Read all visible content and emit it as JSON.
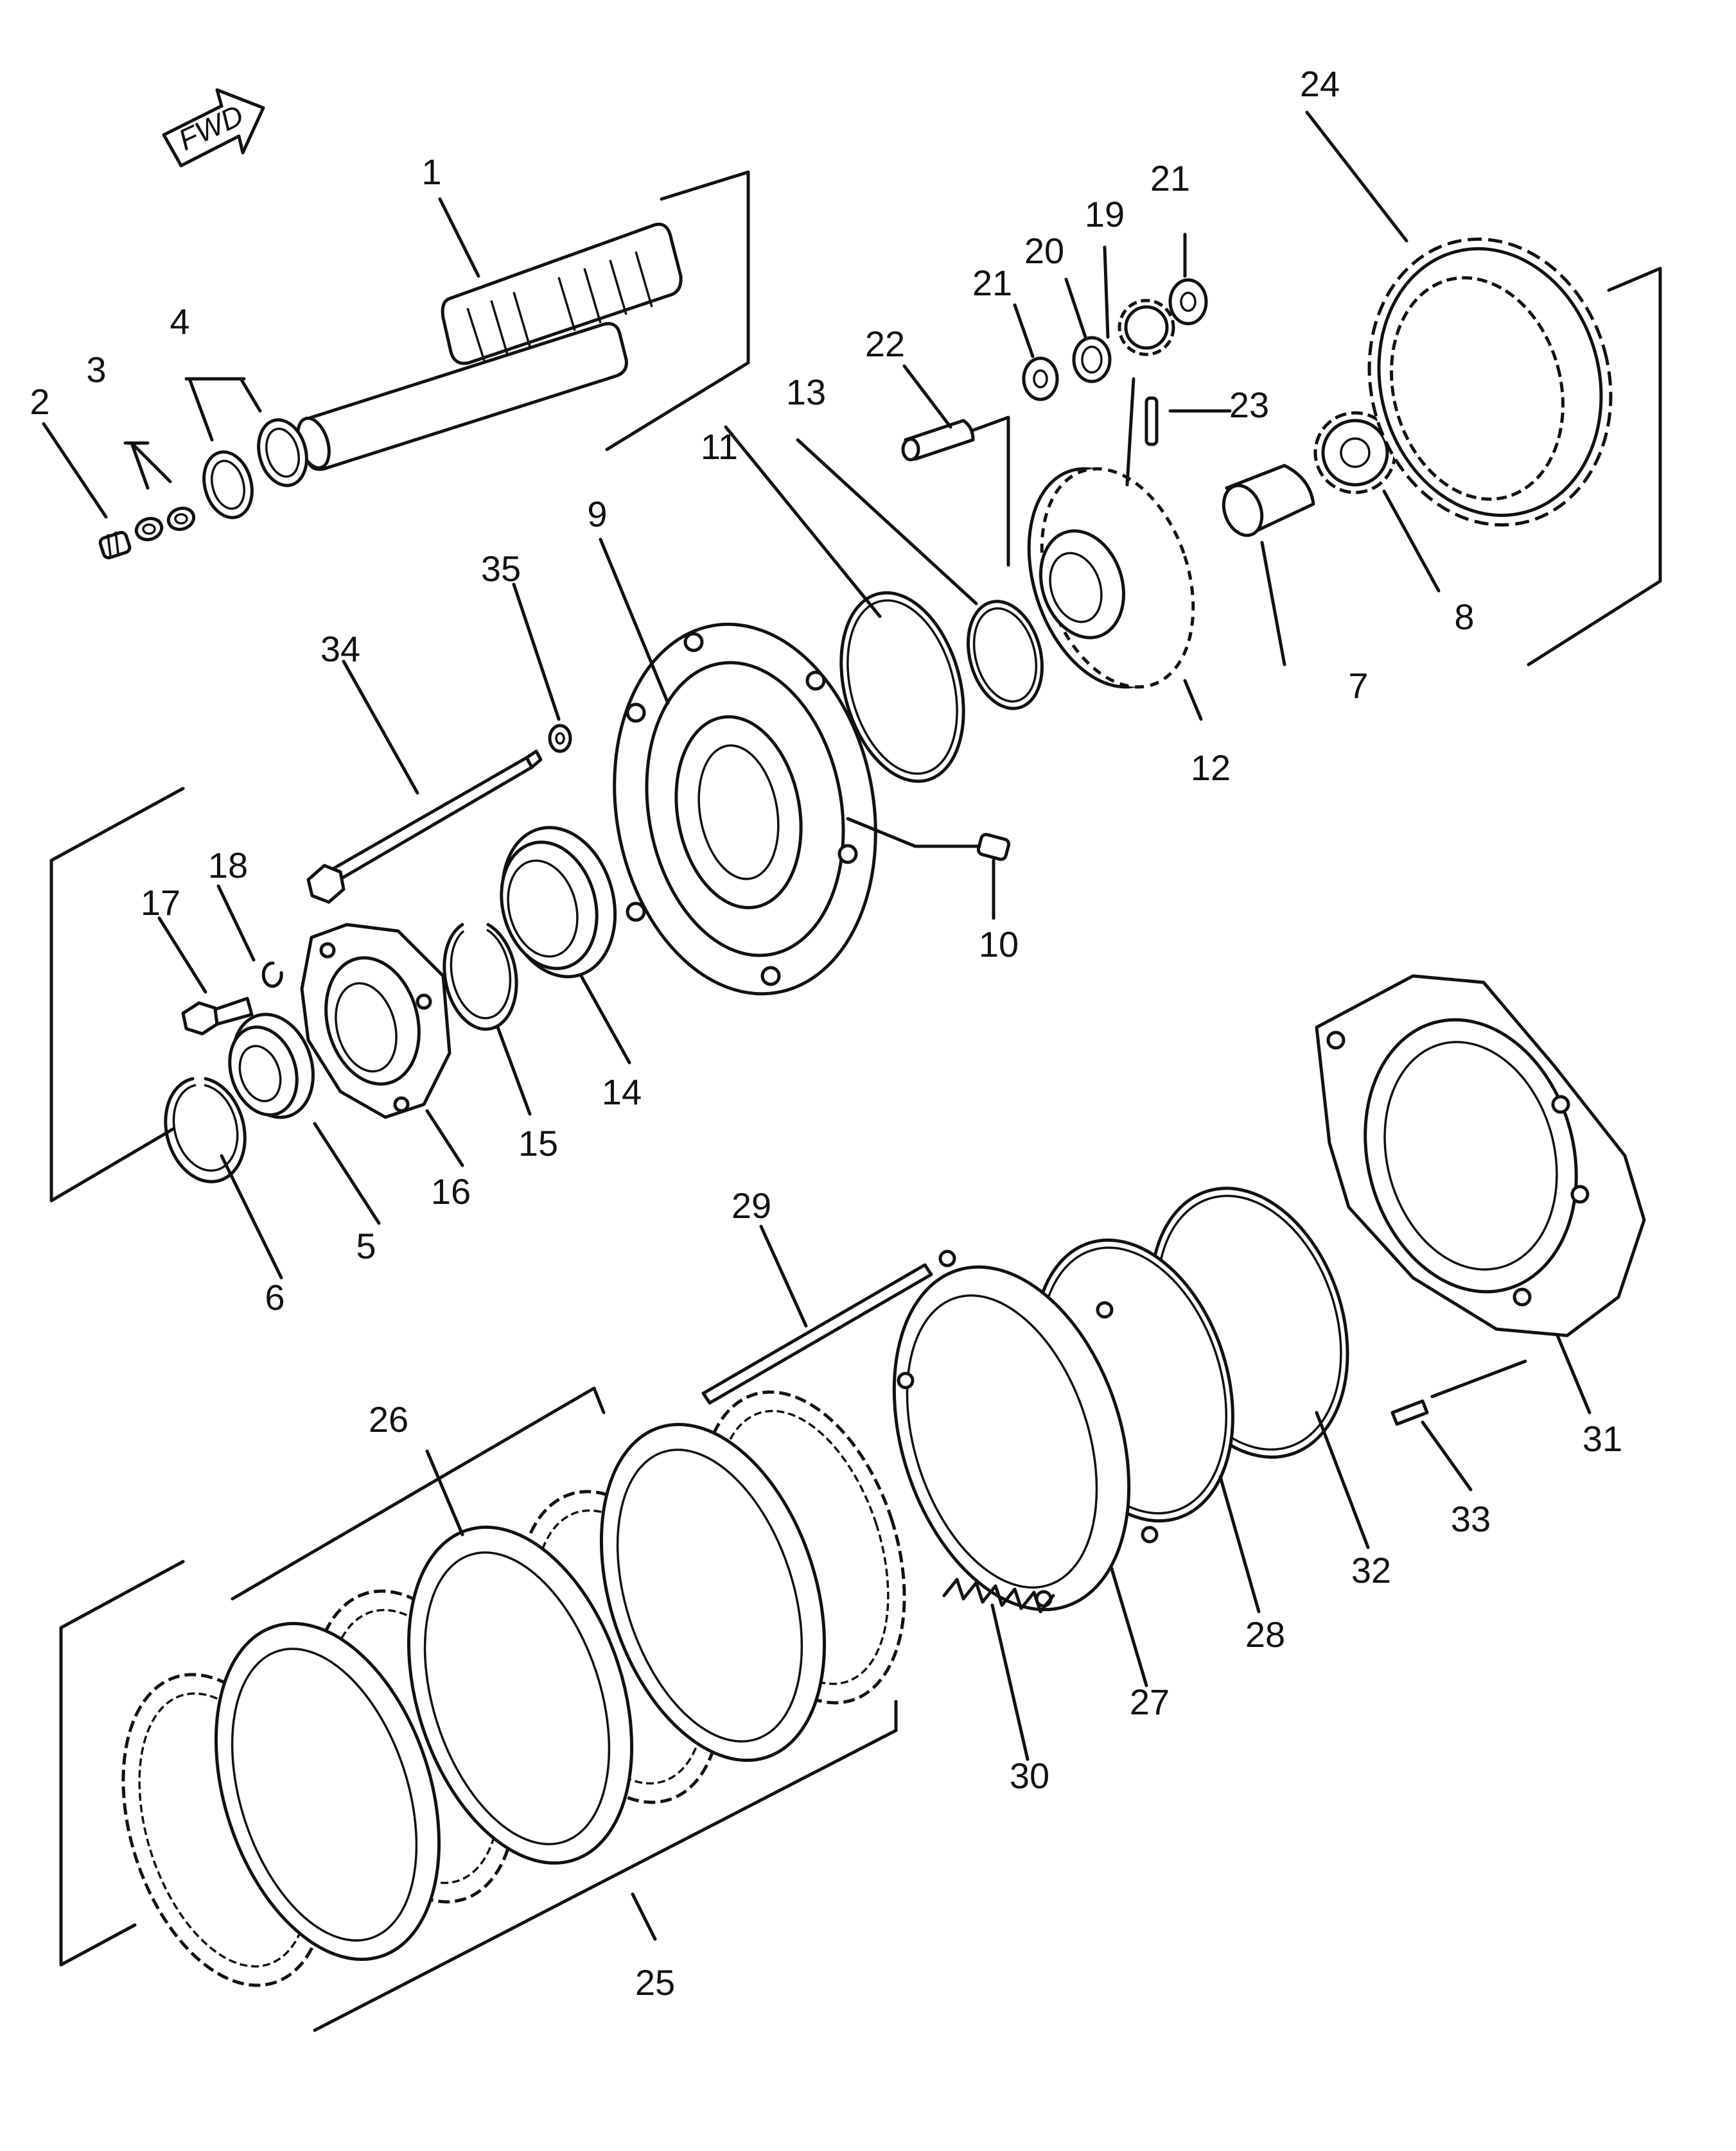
{
  "diagram": {
    "direction_label": "FWD",
    "callouts": [
      {
        "id": "1",
        "text": "1"
      },
      {
        "id": "2",
        "text": "2"
      },
      {
        "id": "3",
        "text": "3"
      },
      {
        "id": "4",
        "text": "4"
      },
      {
        "id": "5",
        "text": "5"
      },
      {
        "id": "6",
        "text": "6"
      },
      {
        "id": "7",
        "text": "7"
      },
      {
        "id": "8",
        "text": "8"
      },
      {
        "id": "9",
        "text": "9"
      },
      {
        "id": "10",
        "text": "10"
      },
      {
        "id": "11",
        "text": "11"
      },
      {
        "id": "12",
        "text": "12"
      },
      {
        "id": "13",
        "text": "13"
      },
      {
        "id": "14",
        "text": "14"
      },
      {
        "id": "15",
        "text": "15"
      },
      {
        "id": "16",
        "text": "16"
      },
      {
        "id": "17",
        "text": "17"
      },
      {
        "id": "18",
        "text": "18"
      },
      {
        "id": "19",
        "text": "19"
      },
      {
        "id": "20",
        "text": "20"
      },
      {
        "id": "21a",
        "text": "21"
      },
      {
        "id": "21b",
        "text": "21"
      },
      {
        "id": "22",
        "text": "22"
      },
      {
        "id": "23",
        "text": "23"
      },
      {
        "id": "24",
        "text": "24"
      },
      {
        "id": "25",
        "text": "25"
      },
      {
        "id": "26",
        "text": "26"
      },
      {
        "id": "27",
        "text": "27"
      },
      {
        "id": "28",
        "text": "28"
      },
      {
        "id": "29",
        "text": "29"
      },
      {
        "id": "30",
        "text": "30"
      },
      {
        "id": "31",
        "text": "31"
      },
      {
        "id": "32",
        "text": "32"
      },
      {
        "id": "33",
        "text": "33"
      },
      {
        "id": "34",
        "text": "34"
      },
      {
        "id": "35",
        "text": "35"
      }
    ]
  }
}
